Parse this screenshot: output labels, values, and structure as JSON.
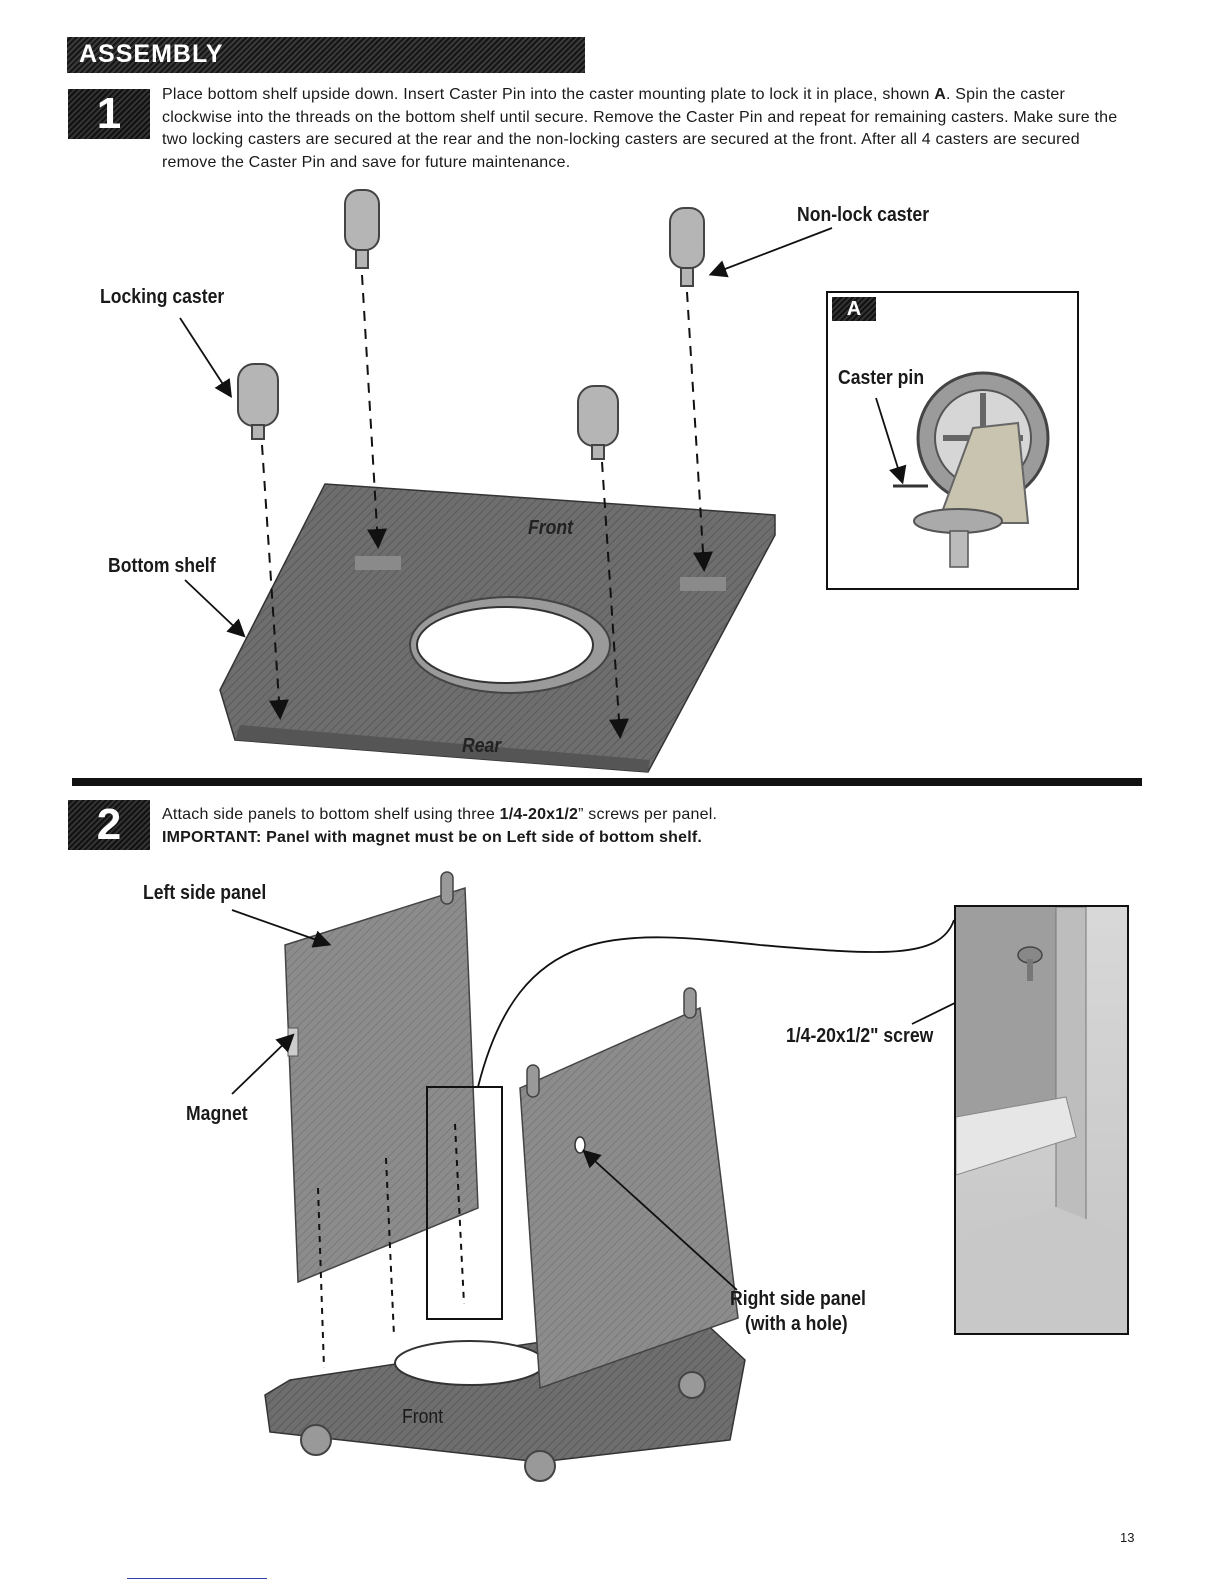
{
  "header": {
    "title": "ASSEMBLY"
  },
  "step1": {
    "number": "1",
    "text_a": "Place bottom shelf upside down. Insert Caster Pin into the caster mounting plate to lock it in place, shown ",
    "text_bold": "A",
    "text_b": ". Spin the caster clockwise into the threads on the bottom shelf until secure. Remove the Caster Pin and repeat for remaining casters. Make sure the two locking casters are secured at the rear and the non-locking casters are secured at the front. After all 4 casters are secured remove the Caster Pin and save for future maintenance.",
    "labels": {
      "locking_caster": "Locking caster",
      "non_lock_caster": "Non-lock caster",
      "bottom_shelf": "Bottom shelf",
      "front": "Front",
      "rear": "Rear"
    },
    "inset": {
      "tag": "A",
      "caster_pin": "Caster pin"
    }
  },
  "step2": {
    "number": "2",
    "text_a": "Attach side panels to bottom shelf using three ",
    "text_bold": "1/4-20x1/2",
    "text_b": "” screws per panel.",
    "important": "IMPORTANT: Panel with magnet must be on Left side of bottom shelf.",
    "labels": {
      "left_side_panel": "Left side panel",
      "magnet": "Magnet",
      "screw": "1/4-20x1/2\" screw",
      "right_side_panel_1": "Right side panel",
      "right_side_panel_2": "(with a hole)",
      "front": "Front"
    }
  },
  "footer": {
    "page_number": "13"
  },
  "colors": {
    "shelf": "#6b6b6b",
    "panel": "#8a8a8a",
    "ink": "#111111"
  }
}
